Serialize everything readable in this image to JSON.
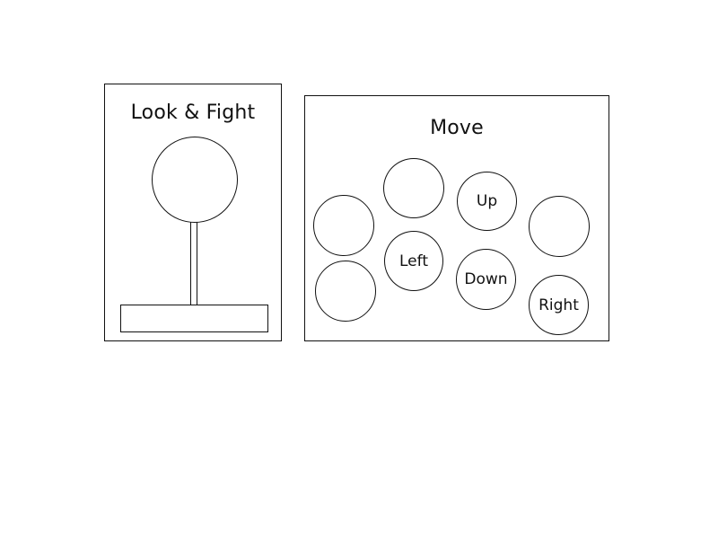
{
  "look_panel": {
    "title": "Look & Fight"
  },
  "move_panel": {
    "title": "Move",
    "buttons": {
      "up": "Up",
      "left": "Left",
      "down": "Down",
      "right": "Right"
    }
  }
}
